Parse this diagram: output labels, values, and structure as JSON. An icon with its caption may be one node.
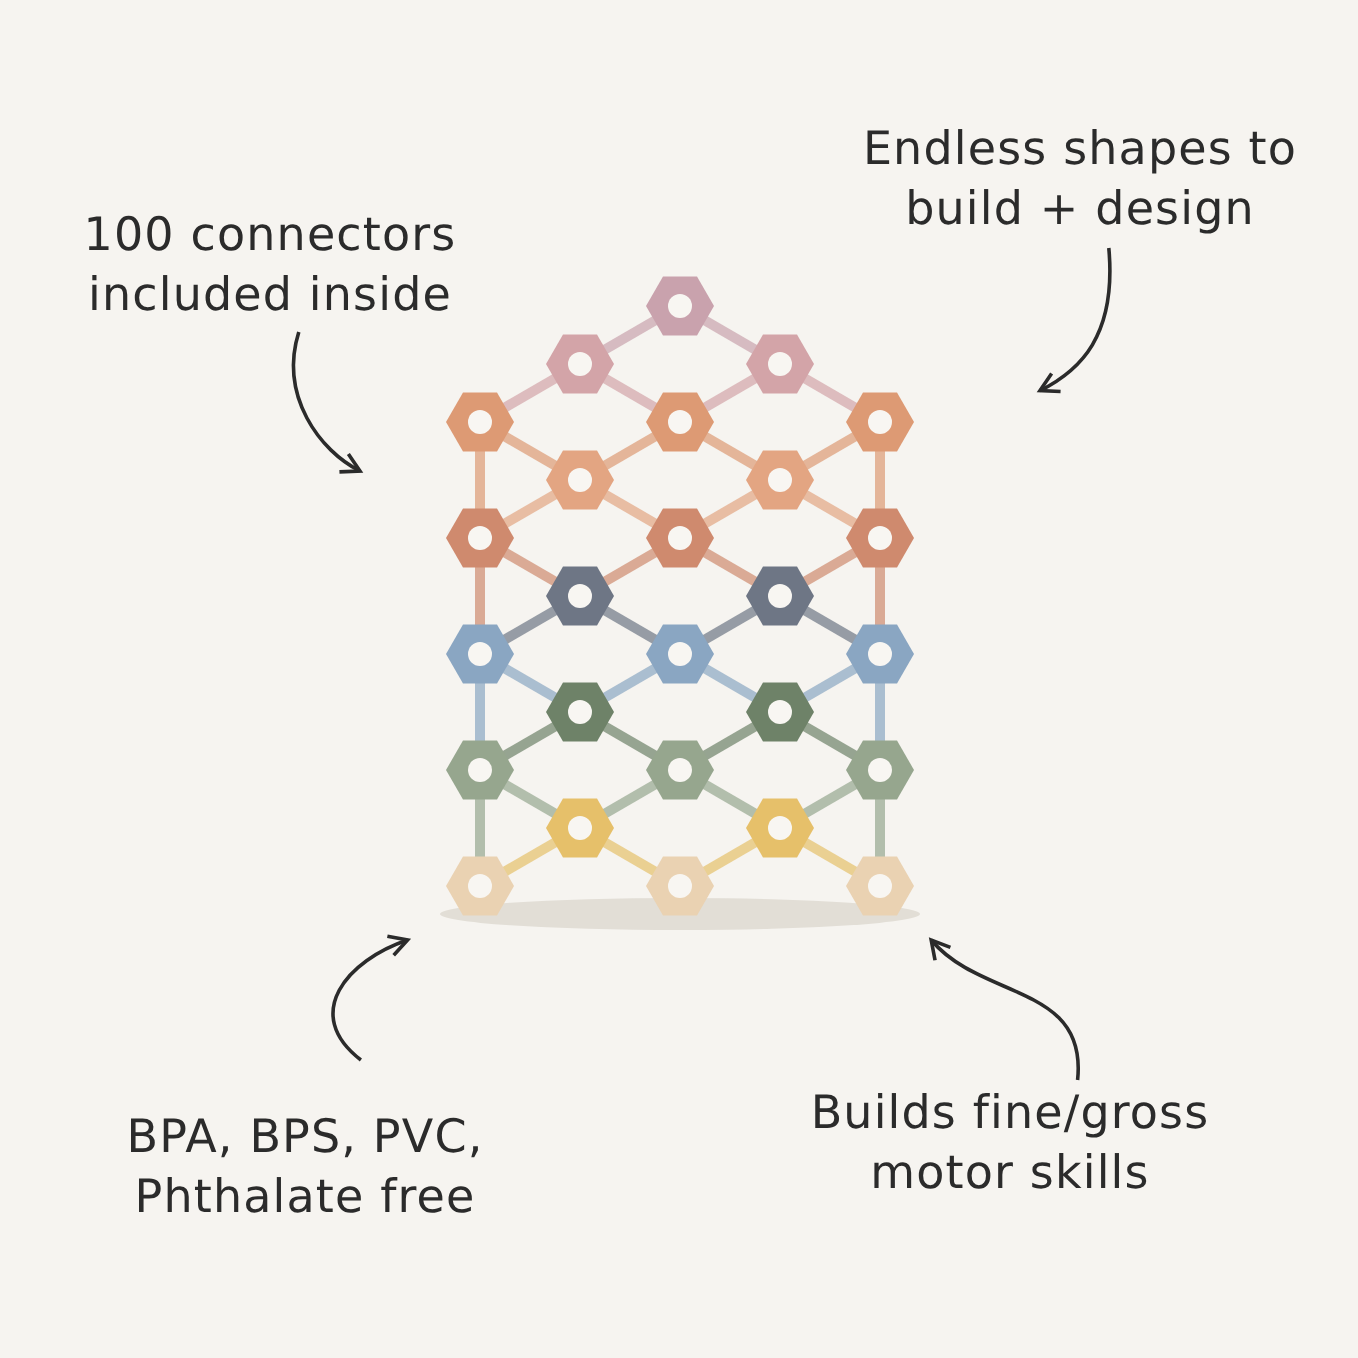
{
  "diagram": {
    "nodes": [
      {
        "text": [
          "100 connectors included inside"
        ]
      },
      {
        "text": [
          "Endless shapes to build + design"
        ]
      },
      {
        "text": [],
        "shape": "picture"
      },
      {
        "text": [
          "BPA, BPS, PVC, Phthalate free"
        ]
      },
      {
        "text": [
          "Builds fine/gross motor skills"
        ]
      }
    ],
    "edges": [
      {
        "from": 0,
        "to": 2,
        "arrow": "to"
      },
      {
        "from": 1,
        "to": 2,
        "arrow": "to"
      },
      {
        "from": 3,
        "to": 2,
        "arrow": "to"
      },
      {
        "from": 4,
        "to": 2,
        "arrow": "to"
      }
    ]
  }
}
